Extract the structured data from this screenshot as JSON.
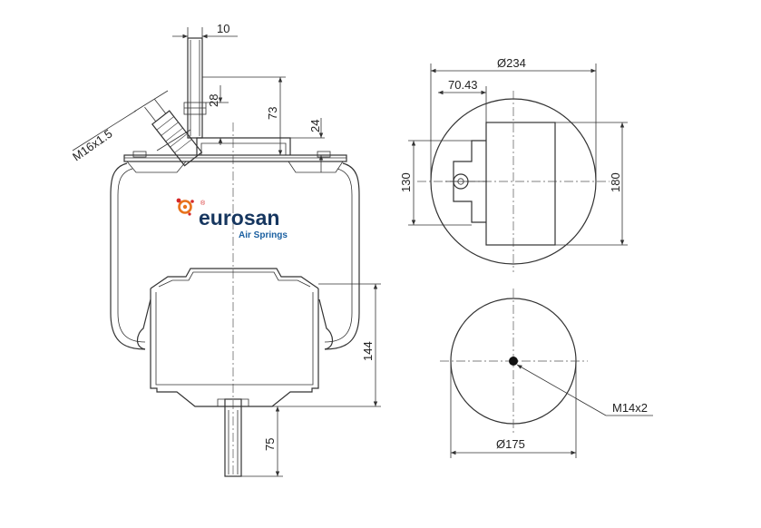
{
  "brand": {
    "name": "eurosan",
    "tagline": "Air Springs",
    "registered": "®",
    "colors": {
      "navy": "#16365f",
      "blue": "#1a5fa0",
      "orange": "#e8731c",
      "red": "#d62828"
    }
  },
  "dimensions": {
    "stud_width": "10",
    "thread": "M16x1.5",
    "upper_28": "28",
    "upper_73": "73",
    "upper_24": "24",
    "height_144": "144",
    "bottom_75": "75",
    "top_dia": "Ø234",
    "offset": "70.43",
    "width_130": "130",
    "height_180": "180",
    "bottom_dia": "Ø175",
    "bottom_thread": "M14x2"
  }
}
